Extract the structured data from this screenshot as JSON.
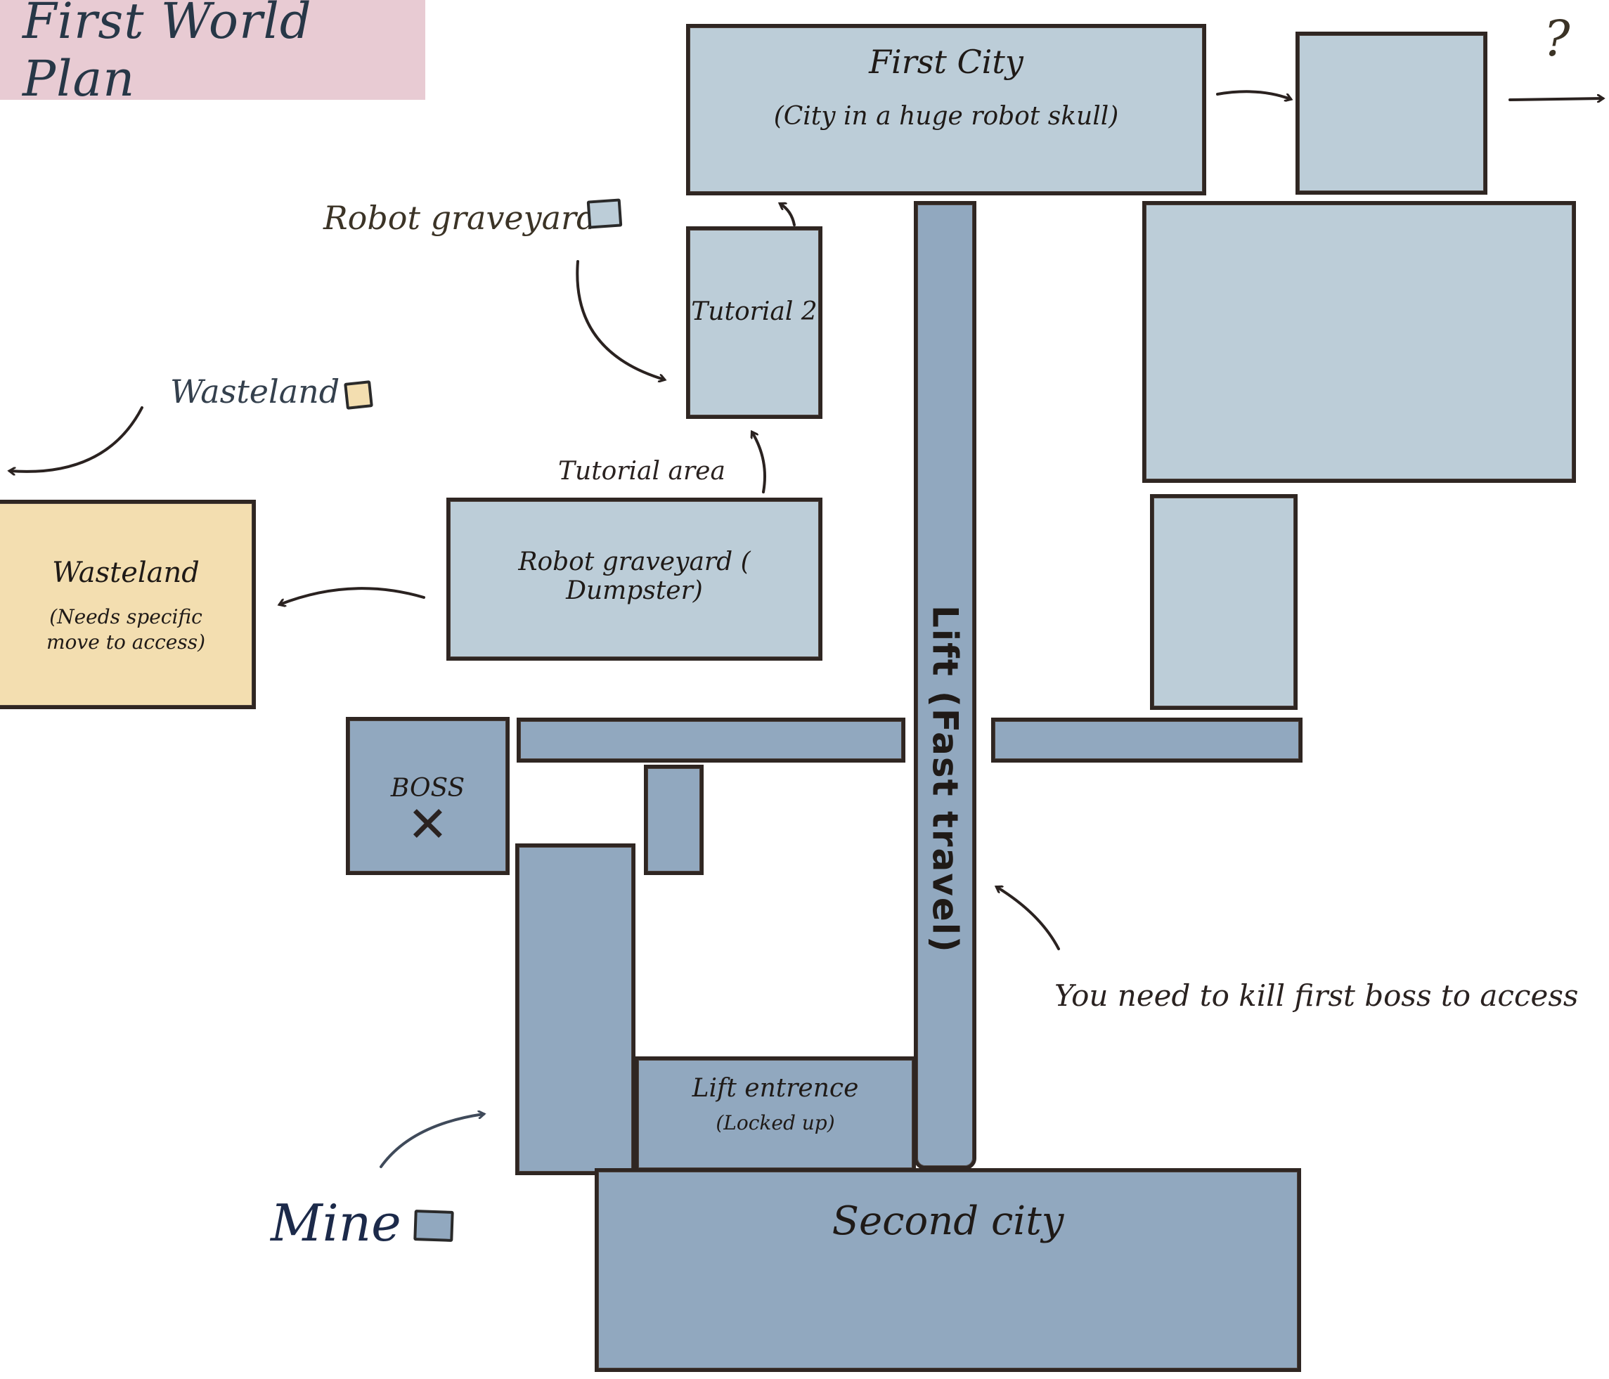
{
  "title": "First World Plan",
  "regions": {
    "first_city": {
      "name": "First City",
      "note": "(City in a huge robot skull)"
    },
    "tutorial2": {
      "name": "Tutorial 2"
    },
    "tutorial_area": {
      "label": "Tutorial area"
    },
    "robot_graveyard": {
      "name": "Robot graveyard ( Dumpster)"
    },
    "wasteland": {
      "name": "Wasteland",
      "note": "(Needs specific move to access)"
    },
    "boss": {
      "name": "BOSS",
      "mark": "✕"
    },
    "lift": {
      "name": "Lift (Fast travel)"
    },
    "lift_entrance": {
      "name": "Lift entrence",
      "note": "(Locked up)"
    },
    "second_city": {
      "name": "Second city"
    }
  },
  "legend": {
    "robot_graveyard": {
      "label": "Robot graveyard",
      "color": "#bccdd8"
    },
    "wasteland": {
      "label": "Wasteland",
      "color": "#f3deb0"
    },
    "mine": {
      "label": "Mine",
      "color": "#91a8bf"
    }
  },
  "annotations": {
    "question": "?",
    "boss_note": "You need to kill first boss to access"
  },
  "colors": {
    "light_blue": "#bccdd8",
    "mid_blue": "#91a8bf",
    "sand": "#f3deb0",
    "title_bg": "#e8cbd3",
    "border": "#2f2622"
  }
}
